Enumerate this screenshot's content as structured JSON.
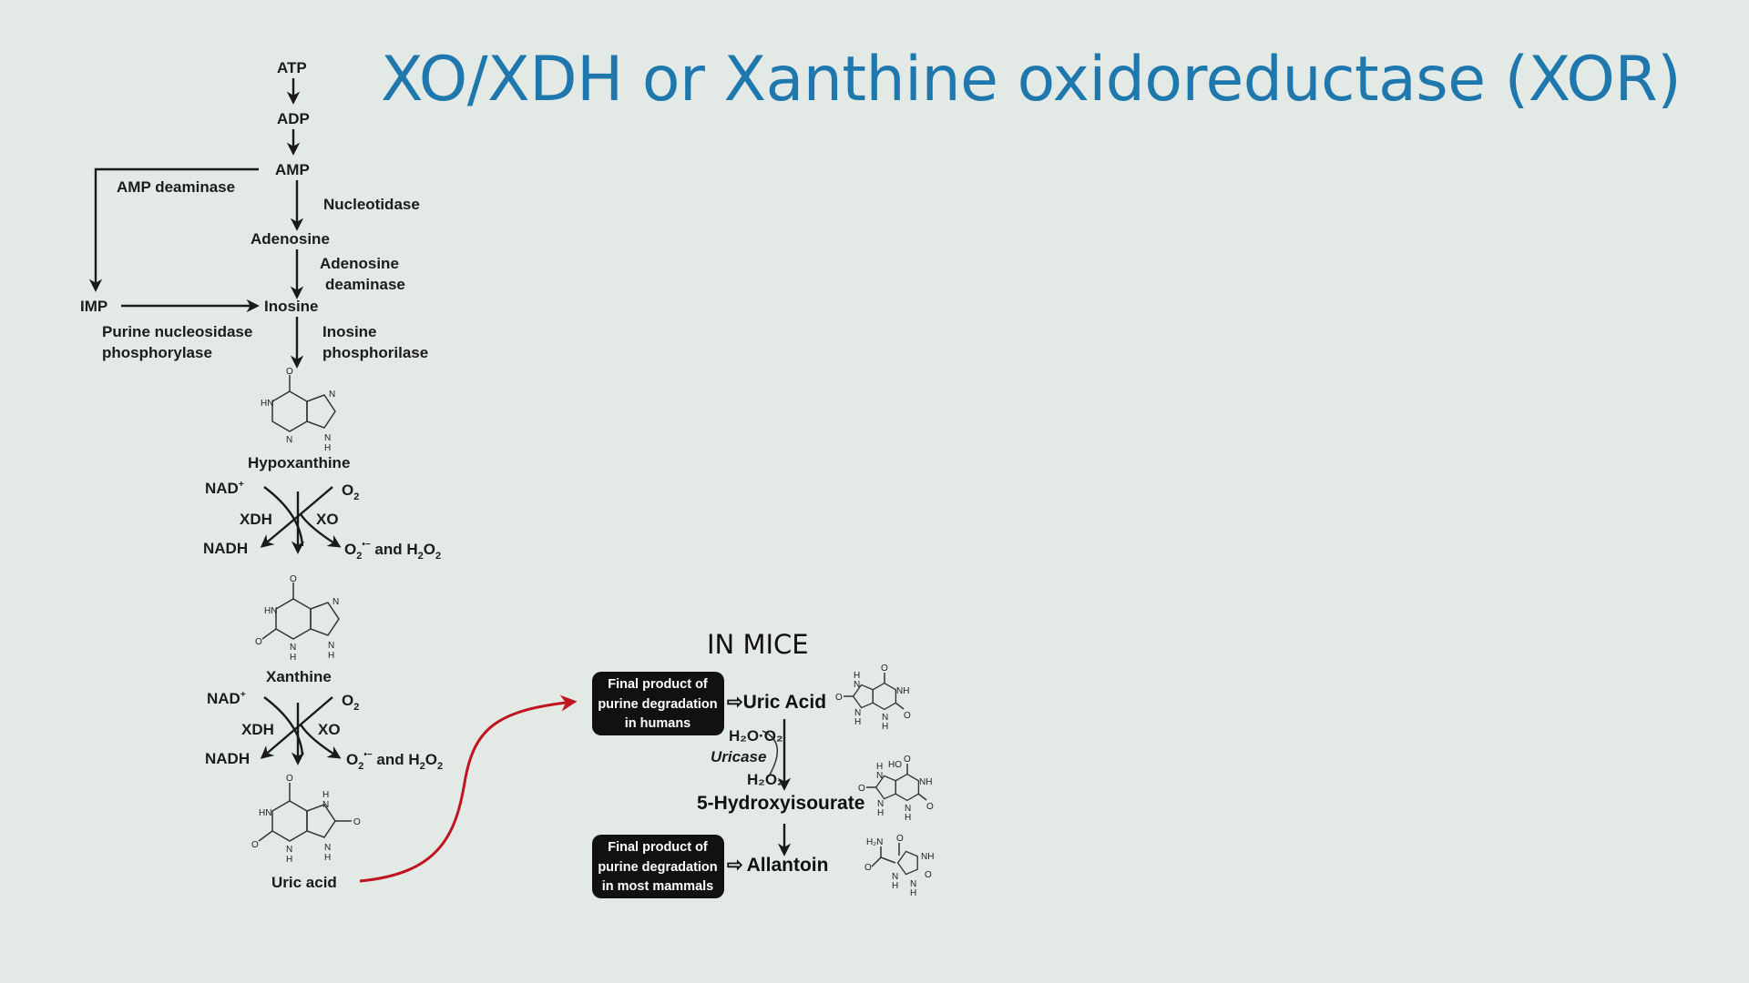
{
  "slide": {
    "title": "XO/XDH or Xanthine oxidoreductase (XOR)"
  },
  "pathway": {
    "atp": "ATP",
    "adp": "ADP",
    "amp": "AMP",
    "amp_deaminase": "AMP deaminase",
    "nucleotidase": "Nucleotidase",
    "adenosine": "Adenosine",
    "adenosine_deaminase_1": "Adenosine",
    "adenosine_deaminase_2": "deaminase",
    "imp": "IMP",
    "inosine": "Inosine",
    "purine_nucleosidase_1": "Purine nucleosidase",
    "purine_nucleosidase_2": "phosphorylase",
    "inosine_phosphorilase_1": "Inosine",
    "inosine_phosphorilase_2": "phosphorilase",
    "hypoxanthine": "Hypoxanthine",
    "xanthine": "Xanthine",
    "uric_acid": "Uric acid",
    "step1": {
      "nad": "NAD",
      "nad_sup": "+",
      "o2": "O",
      "o2_sub": "2",
      "xdh": "XDH",
      "xo": "XO",
      "nadh": "NADH",
      "product": "O",
      "product_sub1": "2",
      "product_sup": "•−",
      "product_mid": " and H",
      "product_sub2": "2",
      "product_end": "O",
      "product_sub3": "2"
    },
    "step2": {
      "nad": "NAD",
      "nad_sup": "+",
      "o2": "O",
      "o2_sub": "2",
      "xdh": "XDH",
      "xo": "XO",
      "nadh": "NADH",
      "product": "O",
      "product_sub1": "2",
      "product_sup": "•−",
      "product_mid": " and H",
      "product_sub2": "2",
      "product_end": "O",
      "product_sub3": "2"
    }
  },
  "mice": {
    "heading": "IN MICE",
    "box_humans": [
      "Final product of",
      "purine degradation",
      "in humans"
    ],
    "box_mammals": [
      "Final product of",
      "purine degradation",
      "in most mammals"
    ],
    "uric_acid": "Uric Acid",
    "cofactor_in": "H₂O·O₂",
    "uricase": "Uricase",
    "cofactor_out": "H₂O₂",
    "hydroxyisourate": "5-Hydroxyisourate",
    "allantoin": "Allantoin",
    "implies_arrow": "⇨"
  },
  "colors": {
    "title": "#1f78ad",
    "connector": "#c0141e",
    "box_fill": "#111111",
    "background": "#e3e9e5"
  }
}
